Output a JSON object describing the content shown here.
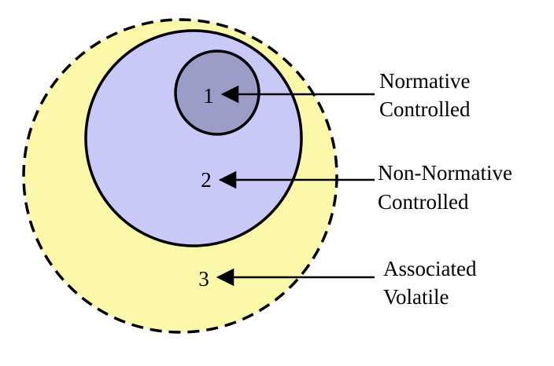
{
  "diagram": {
    "regions": [
      {
        "number": "1",
        "label_line1": "Normative",
        "label_line2": "Controlled",
        "fill": "#9c9cc8",
        "border": "solid"
      },
      {
        "number": "2",
        "label_line1": "Non-Normative",
        "label_line2": "Controlled",
        "fill": "#c9c9f7",
        "border": "solid"
      },
      {
        "number": "3",
        "label_line1": "Associated",
        "label_line2": "Volatile",
        "fill": "#fbf8a9",
        "border": "dashed"
      }
    ],
    "stroke_color": "#000000"
  }
}
